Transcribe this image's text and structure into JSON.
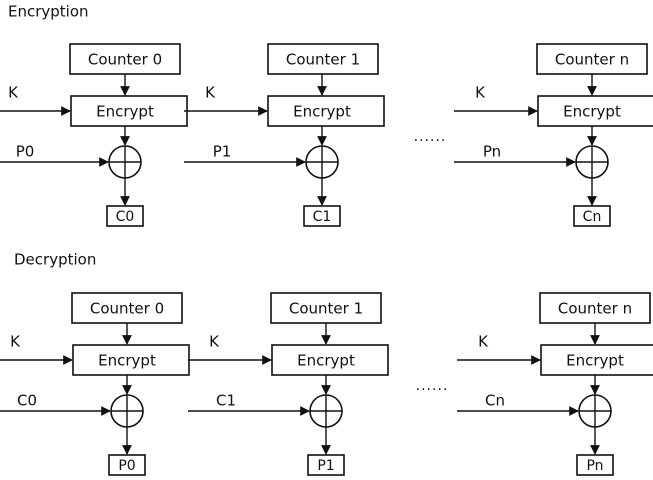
{
  "sections": [
    {
      "title": "Encryption",
      "blocks": [
        {
          "counter": "Counter 0",
          "key": "K",
          "encrypt": "Encrypt",
          "input": "P0",
          "output": "C0"
        },
        {
          "counter": "Counter 1",
          "key": "K",
          "encrypt": "Encrypt",
          "input": "P1",
          "output": "C1"
        },
        {
          "counter": "Counter n",
          "key": "K",
          "encrypt": "Encrypt",
          "input": "Pn",
          "output": "Cn"
        }
      ],
      "ellipsis": "......"
    },
    {
      "title": "Decryption",
      "blocks": [
        {
          "counter": "Counter 0",
          "key": "K",
          "encrypt": "Encrypt",
          "input": "C0",
          "output": "P0"
        },
        {
          "counter": "Counter 1",
          "key": "K",
          "encrypt": "Encrypt",
          "input": "C1",
          "output": "P1"
        },
        {
          "counter": "Counter n",
          "key": "K",
          "encrypt": "Encrypt",
          "input": "Cn",
          "output": "Pn"
        }
      ],
      "ellipsis": "......"
    }
  ]
}
